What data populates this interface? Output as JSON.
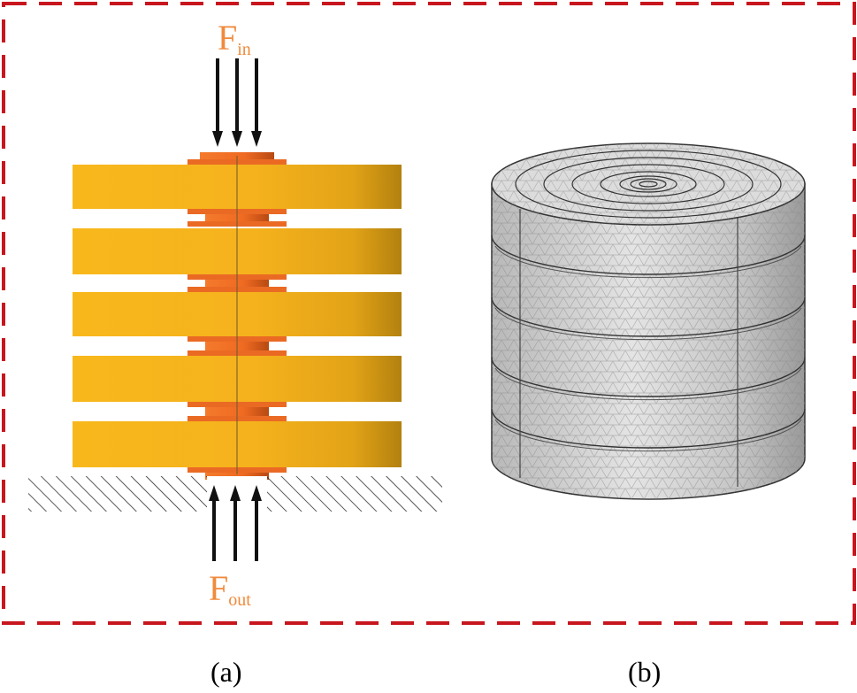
{
  "labels": {
    "force_in_main": "F",
    "force_in_sub": "in",
    "force_out_main": "F",
    "force_out_sub": "out",
    "caption_a": "(a)",
    "caption_b": "(b)"
  },
  "colors": {
    "border": "#c8161e",
    "disc": "#f6b21c",
    "disc_dark": "#b98510",
    "spacer": "#f06e26",
    "force_label": "#f08a3c",
    "mesh": "#c9c9c9"
  }
}
